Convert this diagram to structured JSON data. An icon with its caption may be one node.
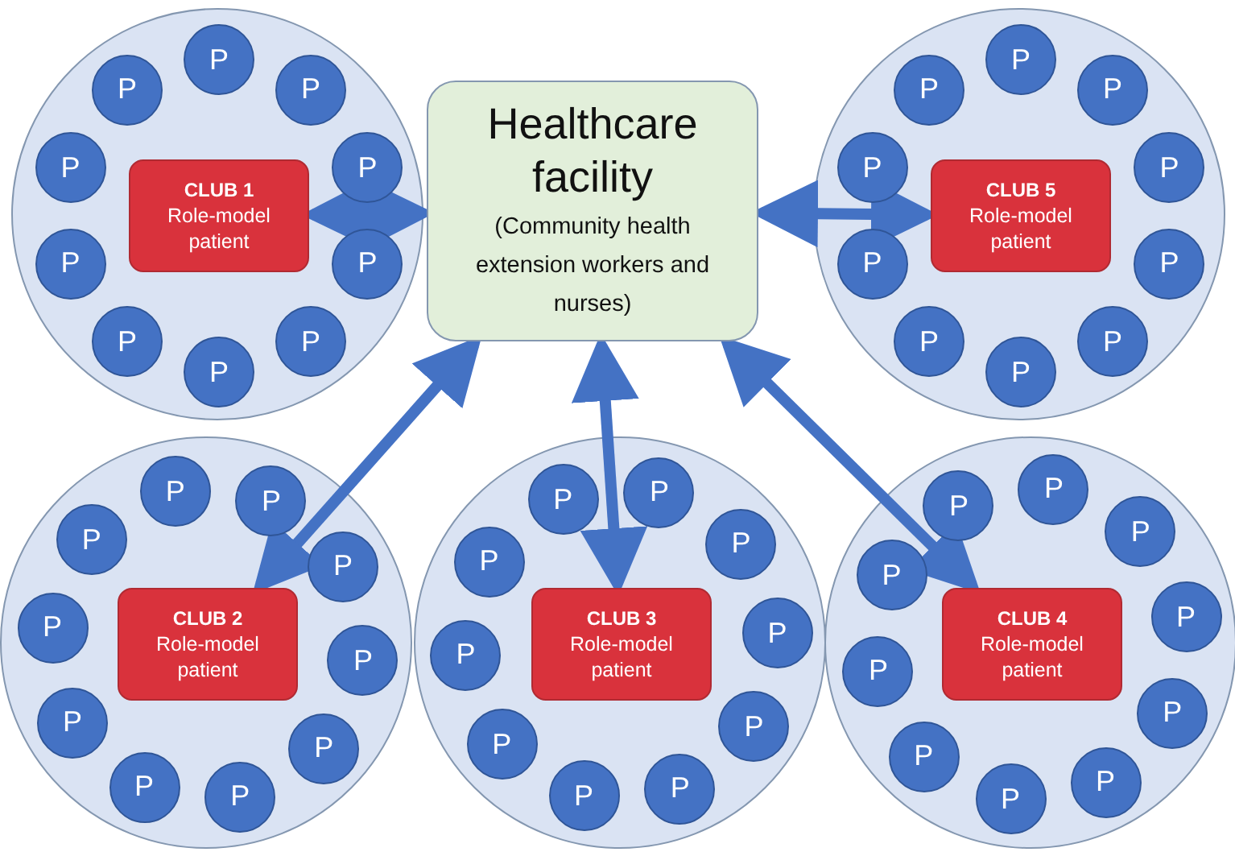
{
  "diagram": {
    "nodes": [
      {
        "text": [],
        "shape": "circle"
      },
      {
        "text": [
          "CLUB 1",
          "Role-model patient"
        ],
        "in": 0
      },
      {
        "text": [
          "P"
        ],
        "in": 0
      },
      {
        "text": [
          "P"
        ],
        "in": 0
      },
      {
        "text": [
          "P"
        ],
        "in": 0
      },
      {
        "text": [
          "P"
        ],
        "in": 0
      },
      {
        "text": [
          "P"
        ],
        "in": 0
      },
      {
        "text": [
          "P"
        ],
        "in": 0
      },
      {
        "text": [
          "P"
        ],
        "in": 0
      },
      {
        "text": [
          "P"
        ],
        "in": 0
      },
      {
        "text": [
          "P"
        ],
        "in": 0
      },
      {
        "text": [
          "P"
        ],
        "in": 0
      },
      {
        "text": [
          "Healthcare facility",
          "(Community health extension workers and nurses)"
        ]
      },
      {
        "text": [],
        "shape": "circle"
      },
      {
        "text": [
          "CLUB 5",
          "Role-model patient"
        ],
        "in": 13
      },
      {
        "text": [
          "P"
        ],
        "in": 13
      },
      {
        "text": [
          "P"
        ],
        "in": 13
      },
      {
        "text": [
          "P"
        ],
        "in": 13
      },
      {
        "text": [
          "P"
        ],
        "in": 13
      },
      {
        "text": [
          "P"
        ],
        "in": 13
      },
      {
        "text": [
          "P"
        ],
        "in": 13
      },
      {
        "text": [
          "P"
        ],
        "in": 13
      },
      {
        "text": [
          "P"
        ],
        "in": 13
      },
      {
        "text": [
          "P"
        ],
        "in": 13
      },
      {
        "text": [
          "P"
        ],
        "in": 13
      },
      {
        "text": [],
        "shape": "circle"
      },
      {
        "text": [
          "CLUB 2",
          "Role-model patient"
        ],
        "in": 25
      },
      {
        "text": [
          "P"
        ],
        "in": 25
      },
      {
        "text": [
          "P"
        ],
        "in": 25
      },
      {
        "text": [
          "P"
        ],
        "in": 25
      },
      {
        "text": [
          "P"
        ],
        "in": 25
      },
      {
        "text": [
          "P"
        ],
        "in": 25
      },
      {
        "text": [
          "P"
        ],
        "in": 25
      },
      {
        "text": [
          "P"
        ],
        "in": 25
      },
      {
        "text": [
          "P"
        ],
        "in": 25
      },
      {
        "text": [
          "P"
        ],
        "in": 25
      },
      {
        "text": [
          "P"
        ],
        "in": 25
      },
      {
        "text": [],
        "shape": "circle"
      },
      {
        "text": [
          "CLUB 3",
          "Role-model patient"
        ],
        "in": 37
      },
      {
        "text": [
          "P"
        ],
        "in": 37
      },
      {
        "text": [
          "P"
        ],
        "in": 37
      },
      {
        "text": [
          "P"
        ],
        "in": 37
      },
      {
        "text": [
          "P"
        ],
        "in": 37
      },
      {
        "text": [
          "P"
        ],
        "in": 37
      },
      {
        "text": [
          "P"
        ],
        "in": 37
      },
      {
        "text": [
          "P"
        ],
        "in": 37
      },
      {
        "text": [
          "P"
        ],
        "in": 37
      },
      {
        "text": [
          "P"
        ],
        "in": 37
      },
      {
        "text": [
          "P"
        ],
        "in": 37
      },
      {
        "text": [],
        "shape": "circle"
      },
      {
        "text": [
          "CLUB 4",
          "Role-model patient"
        ],
        "in": 49
      },
      {
        "text": [
          "P"
        ],
        "in": 49
      },
      {
        "text": [
          "P"
        ],
        "in": 49
      },
      {
        "text": [
          "P"
        ],
        "in": 49
      },
      {
        "text": [
          "P"
        ],
        "in": 49
      },
      {
        "text": [
          "P"
        ],
        "in": 49
      },
      {
        "text": [
          "P"
        ],
        "in": 49
      },
      {
        "text": [
          "P"
        ],
        "in": 49
      },
      {
        "text": [
          "P"
        ],
        "in": 49
      },
      {
        "text": [
          "P"
        ],
        "in": 49
      },
      {
        "text": [
          "P"
        ],
        "in": 49
      }
    ],
    "edges": [
      {
        "from": 12,
        "to": 1,
        "arrow": "both"
      },
      {
        "from": 12,
        "to": 14,
        "arrow": "both"
      },
      {
        "from": 12,
        "to": 26,
        "arrow": "both"
      },
      {
        "from": 12,
        "to": 38,
        "arrow": "both"
      },
      {
        "from": 12,
        "to": 50,
        "arrow": "both"
      }
    ]
  }
}
